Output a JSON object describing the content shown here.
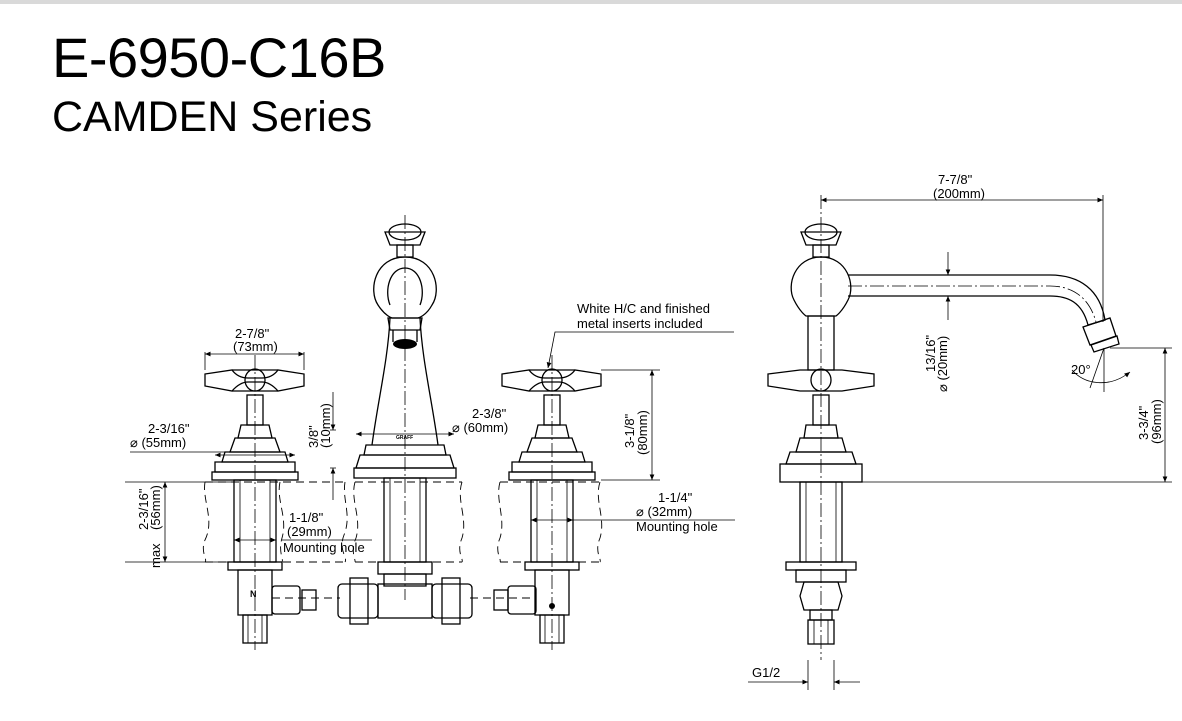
{
  "header": {
    "model": "E-6950-C16B",
    "series": "CAMDEN Series"
  },
  "callouts": {
    "inserts_line1": "White H/C and finished",
    "inserts_line2": "metal inserts included"
  },
  "dims": {
    "handle_width_in": "2-7/8\"",
    "handle_width_mm": "(73mm)",
    "base_dia_in": "2-3/16\"",
    "base_dia_mm": "⌀ (55mm)",
    "spout_base_in": "2-3/8\"",
    "spout_base_mm": "⌀ (60mm)",
    "small_height_in": "3/8\"",
    "small_height_mm": "(10mm)",
    "handle_height_in": "3-1/8\"",
    "handle_height_mm": "(80mm)",
    "deck_in": "2-3/16\"",
    "deck_mm": "(56mm)",
    "deck_max": "max",
    "hole_left_in": "1-1/8\"",
    "hole_left_mm": "(29mm)",
    "hole_left_label": "Mounting hole",
    "hole_right_in": "1-1/4\"",
    "hole_right_mm": "⌀ (32mm)",
    "hole_right_label": "Mounting hole",
    "reach_in": "7-7/8\"",
    "reach_mm": "(200mm)",
    "spout_height_in": "13/16\"",
    "spout_height_mm": "⌀ (20mm)",
    "angle": "20°",
    "outlet_in": "3-3/4\"",
    "outlet_mm": "(96mm)",
    "thread": "G1/2",
    "hot_cold_mark": "N"
  }
}
